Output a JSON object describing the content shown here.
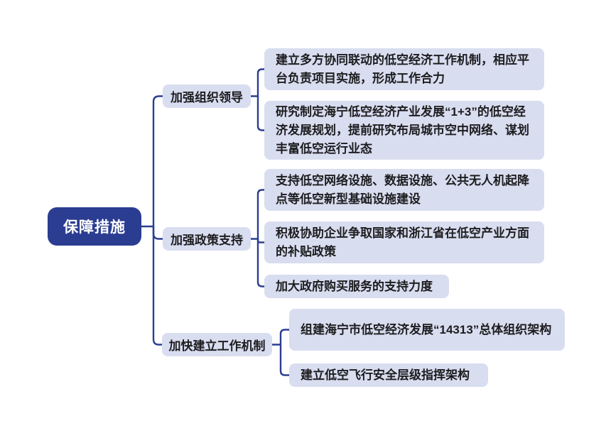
{
  "colors": {
    "background": "#FFFFFF",
    "root_bg": "#2B3D91",
    "root_text": "#FFFFFF",
    "node_bg": "#D9DDF0",
    "node_text": "#1D1D1F",
    "connector": "#2B3E92"
  },
  "mindmap": {
    "root": {
      "label": "保障措施"
    },
    "branches": [
      {
        "label": "加强组织领导",
        "children": [
          {
            "text": "建立多方协同联动的低空经济工作机制，相应平台负责项目实施，形成工作合力"
          },
          {
            "text": "研究制定海宁低空经济产业发展“1+3”的低空经济发展规划，提前研究布局城市空中网络、谋划丰富低空运行业态"
          }
        ]
      },
      {
        "label": "加强政策支持",
        "children": [
          {
            "text": "支持低空网络设施、数据设施、公共无人机起降点等低空新型基础设施建设"
          },
          {
            "text": "积极协助企业争取国家和浙江省在低空产业方面的补贴政策"
          },
          {
            "text": "加大政府购买服务的支持力度"
          }
        ]
      },
      {
        "label": "加快建立工作机制",
        "children": [
          {
            "text": "组建海宁市低空经济发展“14313”总体组织架构"
          },
          {
            "text": "建立低空飞行安全层级指挥架构"
          }
        ]
      }
    ]
  }
}
